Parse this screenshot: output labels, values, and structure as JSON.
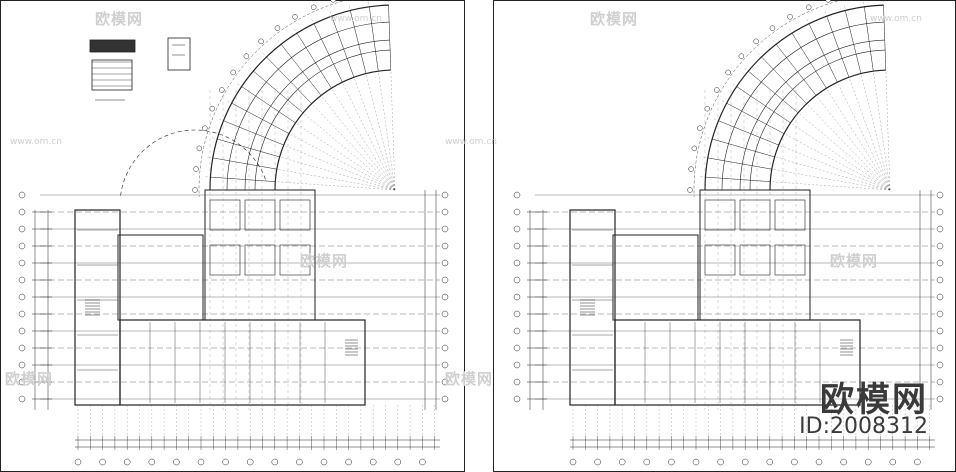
{
  "watermarks": {
    "site_cn": "欧模网",
    "site_url": "www.om.cn"
  },
  "corner_brand": {
    "name": "欧模网",
    "id_text": "ID:2008312"
  }
}
